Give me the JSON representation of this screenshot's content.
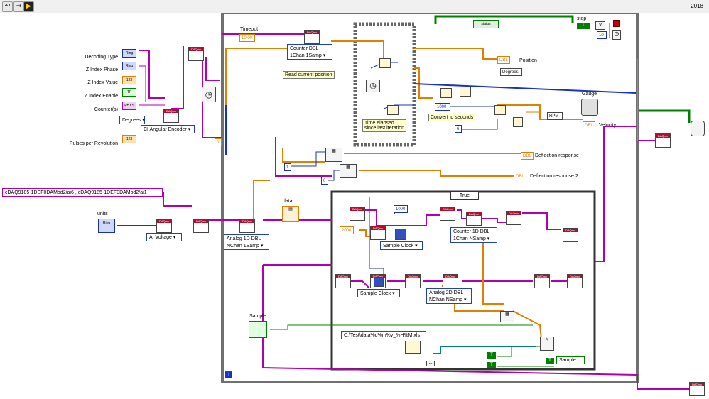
{
  "toolbar": {
    "version": "2018"
  },
  "controls": {
    "decoding_type": "Decoding Type",
    "z_index_phase": "Z Index Phase",
    "z_index_value": "Z Index Value",
    "z_index_enable": "Z Index Enable",
    "counters": "Counter(s)",
    "degrees_dd": "Degrees",
    "ci_angular": "CI Angular Encoder",
    "pulses_per_rev": "Pulses per Revolution",
    "physical_channels": "cDAQ9185-1DEF0DAMod2/ai6 , cDAQ9185-1DEF0DAMod2/ai1",
    "units": "units",
    "ai_voltage": "AI Voltage",
    "sample": "Sample"
  },
  "constants": {
    "timeout_label": "Timeout",
    "timeout_value": "10.00",
    "zero": "0",
    "one": "1",
    "zero_b": "0",
    "thousand_a": "1000",
    "thousand_b": "1000",
    "two_thousand": "2000",
    "six": "6",
    "ten": "10",
    "file_path": "C:\\Test\\data%d%m%y_%H%M.xls"
  },
  "loop": {
    "status": "status",
    "stop": "stop",
    "counter_dbl_1chan": "Counter DBL\n1Chan 1Samp",
    "read_current_position": "Read current position",
    "time_elapsed": "Time elapsed\nsince last iteration",
    "convert_to_seconds": "Convert to seconds",
    "position": "Position",
    "degrees": "Degrees",
    "rpm": "RPM",
    "gauge": "Gauge",
    "velocity": "Velocity",
    "deflection_response": "Deflection response",
    "deflection_response_2": "Deflection response 2",
    "data": "data",
    "analog_1d": "Analog 1D DBL\nNChan 1Samp",
    "case_selector": "True",
    "sample_clock_a": "Sample Clock",
    "sample_clock_b": "Sample Clock",
    "counter_1d": "Counter 1D DBL\n1Chan NSamp",
    "analog_2d": "Analog 2D DBL\nNChan NSamp",
    "sample_local": "Sample",
    "info_i": "i"
  },
  "types": {
    "dbl": "DBL",
    "true_const": "T"
  },
  "colors": {
    "orange": "#e08000",
    "blue": "#1a30c0",
    "pink": "#b000b0",
    "green": "#008000",
    "teal": "#008080",
    "frame": "#707070"
  }
}
